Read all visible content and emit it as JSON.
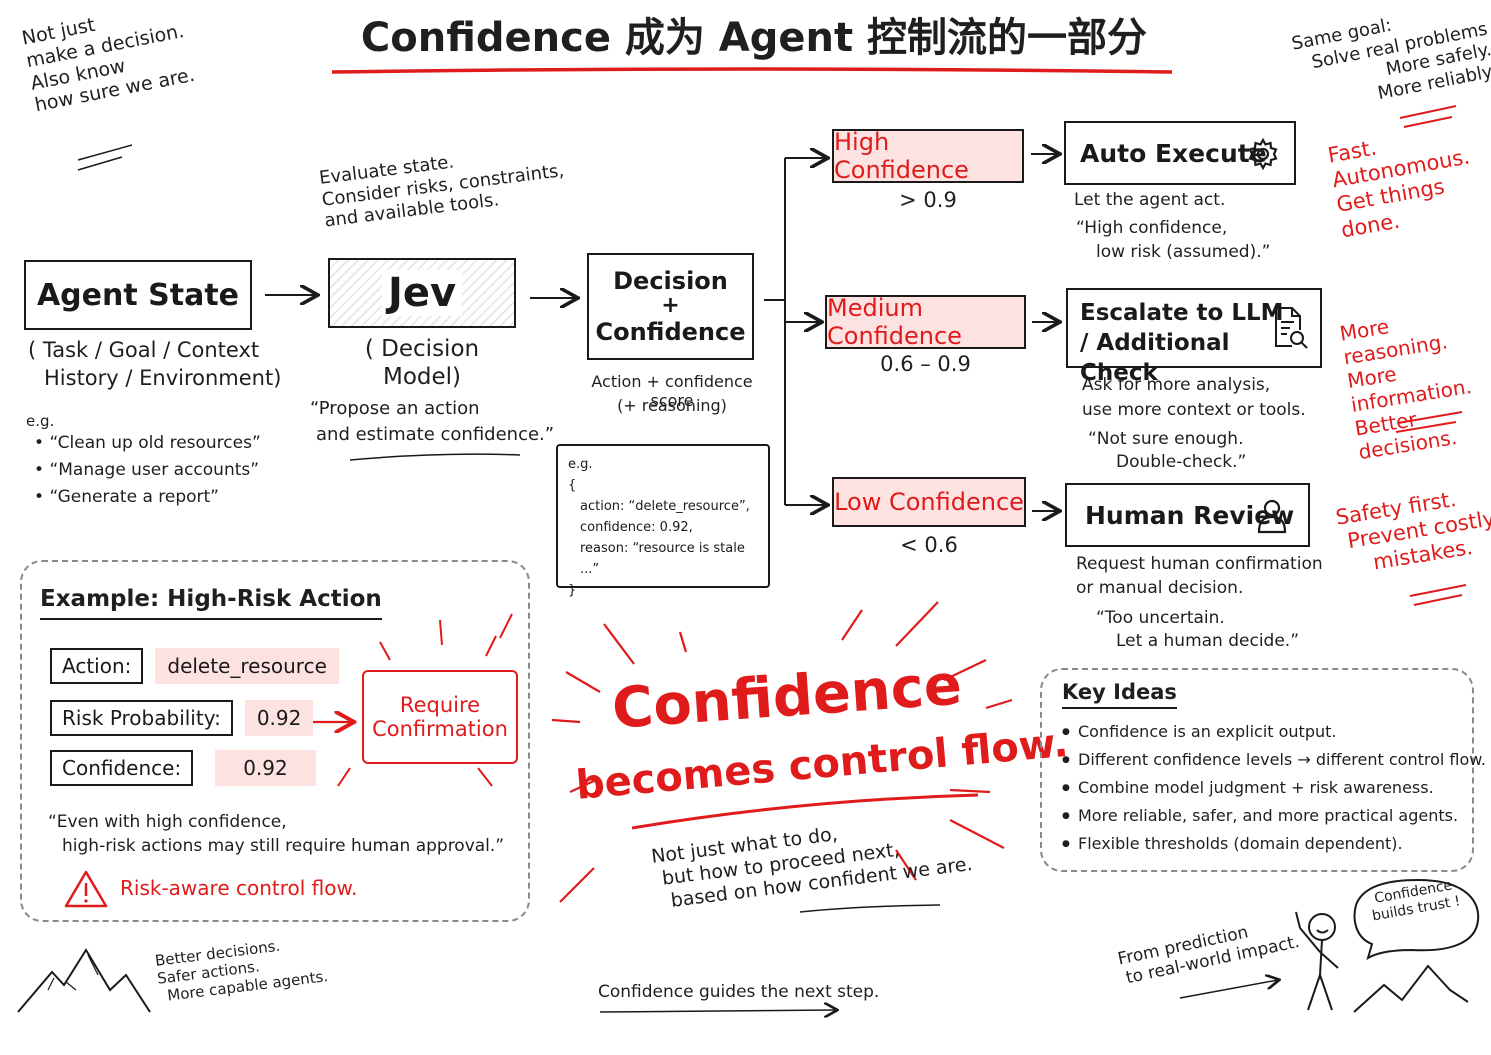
{
  "title": "Confidence 成为 Agent 控制流的一部分",
  "top_left_note": [
    "Not just",
    "make a decision.",
    "Also know",
    "how sure we are."
  ],
  "top_right_note": [
    "Same goal:",
    "Solve real problems",
    "More safely.",
    "More reliably."
  ],
  "agent_state": {
    "title": "Agent State",
    "sub_line1": "( Task / Goal / Context",
    "sub_line2": "History / Environment)",
    "eg": "e.g.",
    "examples": [
      "“Clean up old resources”",
      "“Manage user accounts”",
      "“Generate a report”"
    ]
  },
  "jev": {
    "note": [
      "Evaluate state.",
      "Consider risks, constraints,",
      "and available tools."
    ],
    "title": "Jev",
    "subtitle": "( Decision Model)",
    "quote_line1": "“Propose an action",
    "quote_line2": "and estimate confidence.”"
  },
  "decision": {
    "line1": "Decision",
    "plus": "+",
    "line2": "Confidence",
    "caption1": "Action + confidence score",
    "caption2": "(+ reasoning)",
    "code": [
      "e.g.",
      "{",
      "action: “delete_resource”,",
      "confidence: 0.92,",
      "reason: “resource is stale ...”",
      "}"
    ]
  },
  "branches": [
    {
      "level": "High Confidence",
      "threshold": "> 0.9",
      "action": "Auto Execute",
      "icon": "gear-icon",
      "desc": [
        "Let the agent act.",
        "“High confidence,",
        "low risk (assumed).”"
      ],
      "note": [
        "Fast.",
        "Autonomous.",
        "Get things done."
      ]
    },
    {
      "level": "Medium Confidence",
      "threshold": "0.6 – 0.9",
      "action": [
        "Escalate to LLM",
        "/ Additional Check"
      ],
      "icon": "document-search-icon",
      "desc": [
        "Ask for more analysis,",
        "use more context or tools.",
        "“Not sure enough.",
        "Double-check.”"
      ],
      "note": [
        "More reasoning.",
        "More information.",
        "Better decisions."
      ]
    },
    {
      "level": "Low Confidence",
      "threshold": "< 0.6",
      "action": "Human Review",
      "icon": "person-icon",
      "desc": [
        "Request human confirmation",
        "or manual decision.",
        "“Too uncertain.",
        "Let a human decide.”"
      ],
      "note": [
        "Safety first.",
        "Prevent costly",
        "mistakes."
      ]
    }
  ],
  "example": {
    "title": "Example: High-Risk Action",
    "rows": [
      {
        "label": "Action:",
        "value": "delete_resource"
      },
      {
        "label": "Risk Probability:",
        "value": "0.92"
      },
      {
        "label": "Confidence:",
        "value": "0.92"
      }
    ],
    "result_line1": "Require",
    "result_line2": "Confirmation",
    "quote_line1": "“Even with high confidence,",
    "quote_line2": "high-risk actions may still require human approval.”",
    "warning": "Risk-aware control flow."
  },
  "center": {
    "line1": "Confidence",
    "line2": "becomes control flow.",
    "sub": [
      "Not just what to do,",
      "but how to proceed next,",
      "based on how confident we are."
    ]
  },
  "key_ideas": {
    "title": "Key Ideas",
    "items": [
      "Confidence is an explicit output.",
      "Different confidence levels → different control flow.",
      "Combine model judgment + risk awareness.",
      "More reliable, safer, and more practical agents.",
      "Flexible thresholds (domain dependent)."
    ]
  },
  "footer": {
    "left": [
      "Better decisions.",
      "Safer actions.",
      "More capable agents."
    ],
    "center": "Confidence guides the next step.",
    "right": [
      "From prediction",
      "to real-world impact."
    ],
    "bubble": [
      "Confidence",
      "builds trust !"
    ]
  },
  "colors": {
    "accent": "#e01b1b",
    "pink": "#fde2e2",
    "ink": "#1a1a1a"
  }
}
